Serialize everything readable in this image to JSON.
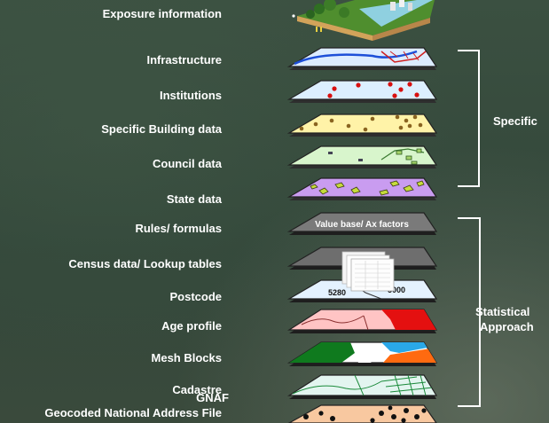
{
  "labels": {
    "exposure": "Exposure information",
    "infrastructure": "Infrastructure",
    "institutions": "Institutions",
    "specific_building": "Specific Building data",
    "council": "Council data",
    "state": "State data",
    "rules": "Rules/ formulas",
    "census": "Census data/ Lookup tables",
    "postcode": "Postcode",
    "age": "Age profile",
    "mesh": "Mesh Blocks",
    "cadastre": "Cadastre",
    "gnaf_short": "GNAF",
    "gnaf_long": "Geocoded National Address File"
  },
  "layer_text": {
    "rules_overlay": "Value base/ Ax factors",
    "postcode_a": "5280",
    "postcode_b": "5000"
  },
  "groups": {
    "specific": "Specific",
    "statistical_line1": "Statistical",
    "statistical_line2": "Approach"
  },
  "colors": {
    "background": "#364a3c",
    "infrastructure": "#dcecff",
    "institutions": "#dcefff",
    "specific_building": "#fff3a8",
    "council": "#d8f5cc",
    "state": "#c99cf0",
    "rules": "#7a7a7a",
    "census": "#6e6e6e",
    "postcode": "#e4f2ff",
    "age": "#ffc4c4",
    "mesh": "#ffffff",
    "cadastre": "#e3f5f0",
    "gnaf": "#f8c8a0"
  }
}
